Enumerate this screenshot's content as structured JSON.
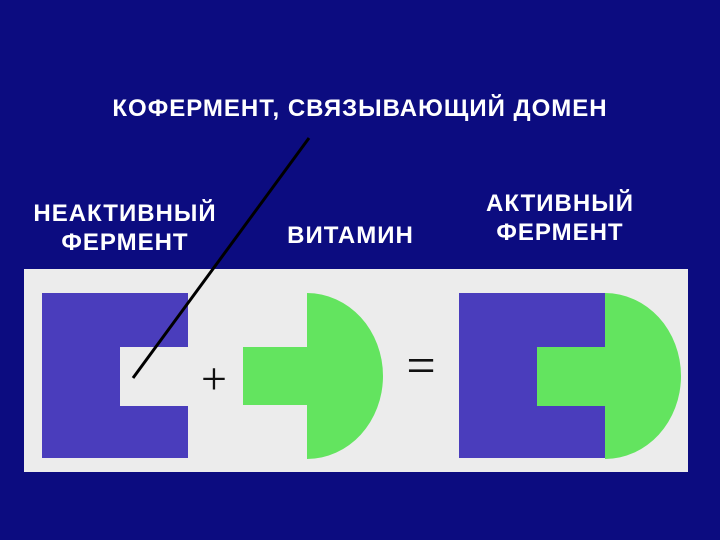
{
  "labels": {
    "title": "КОФЕРМЕНТ, СВЯЗЫВАЮЩИЙ  ДОМЕН",
    "inactive_enzyme": "НЕАКТИВНЫЙ\nФЕРМЕНТ",
    "vitamin": "ВИТАМИН",
    "active_enzyme": "АКТИВНЫЙ\nФЕРМЕНТ"
  },
  "operators": {
    "plus": "+",
    "equals": "="
  },
  "colors": {
    "background": "#0c0c80",
    "panel": "#ececec",
    "enzyme": "#4a3dbc",
    "vitamin": "#63e45f",
    "pointer": "#000000"
  }
}
